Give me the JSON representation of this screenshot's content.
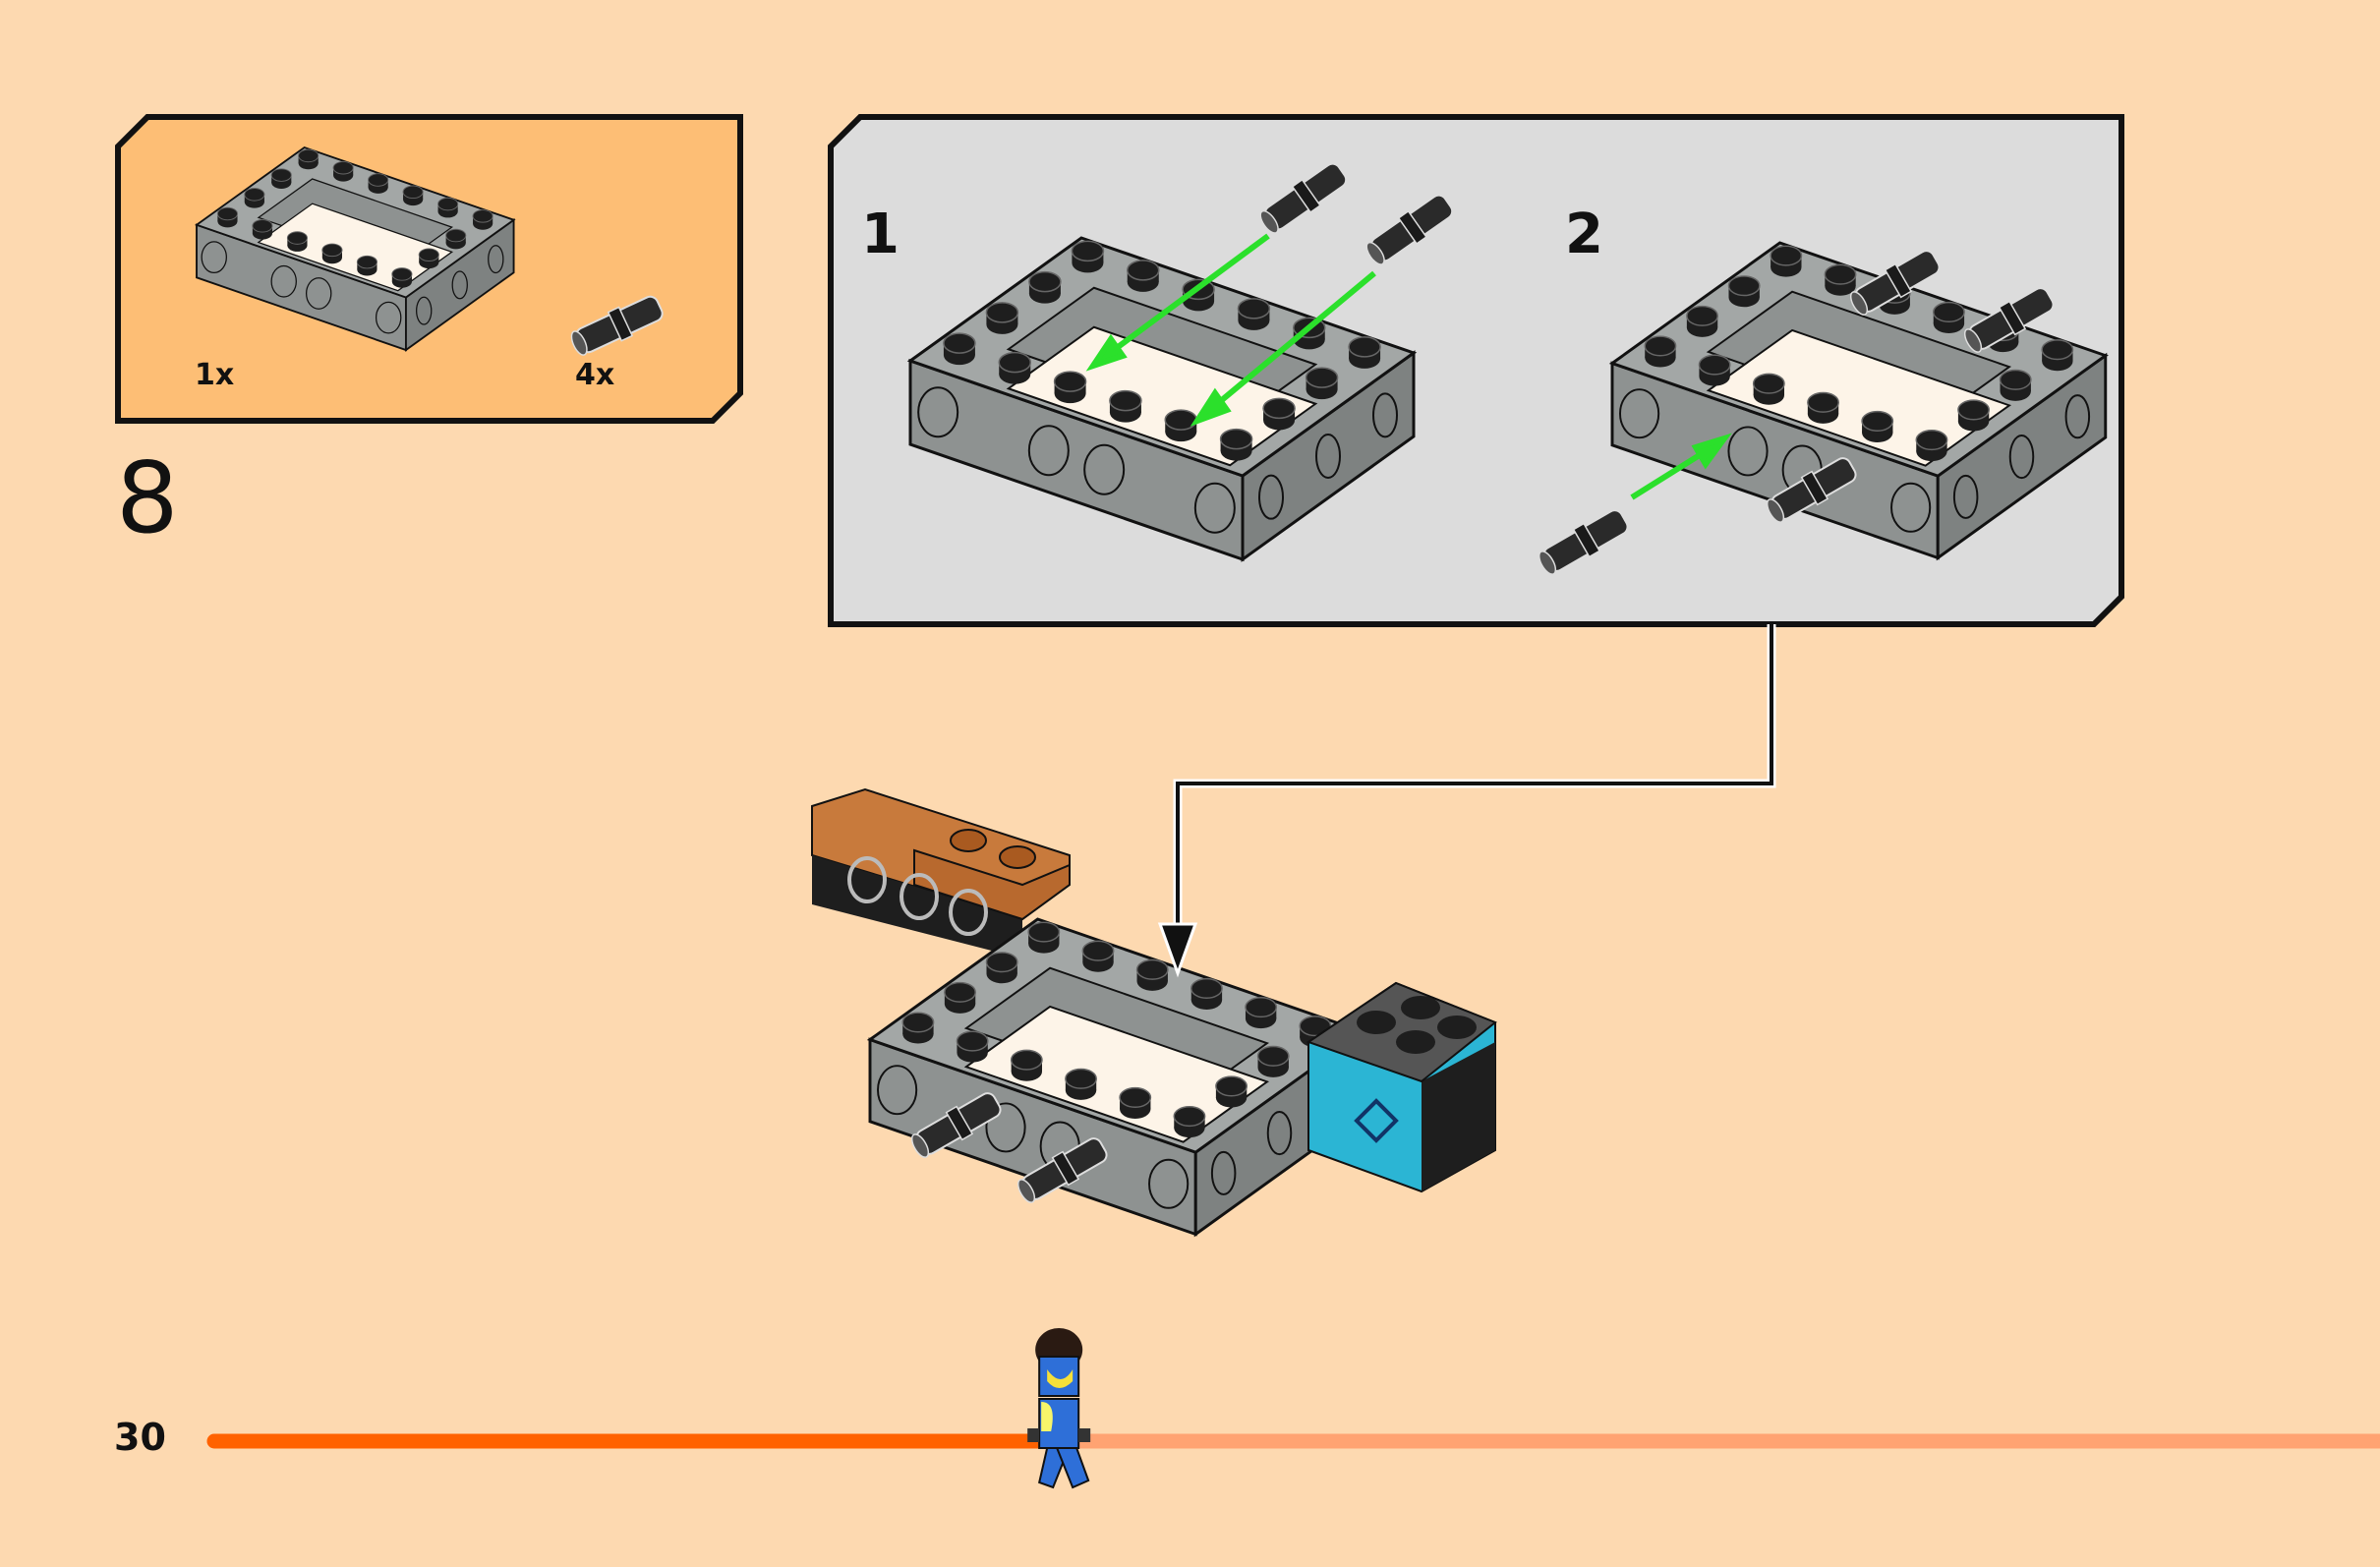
{
  "page_number": "30",
  "step_number": "8",
  "parts_list": [
    {
      "part": "technic-frame-brick-4x6",
      "quantity": "1x"
    },
    {
      "part": "technic-pin",
      "quantity": "4x"
    }
  ],
  "substeps": [
    {
      "label": "1"
    },
    {
      "label": "2"
    }
  ],
  "progress": {
    "fraction": 0.39
  },
  "colors": {
    "page_background": "#FDD9B0",
    "parts_box": "#FDBE75",
    "substep_box": "#DCDCDC",
    "brick_gray": "#A3A7A6",
    "stud_black": "#1E1E1E",
    "arrow_green": "#2BE02B",
    "progress_done": "#FF6200",
    "progress_remaining": "#FFA372",
    "accent_azure": "#2BB5D4",
    "accent_brown": "#C87A3C"
  }
}
